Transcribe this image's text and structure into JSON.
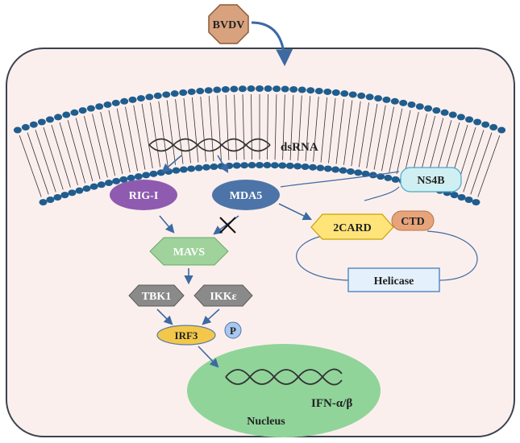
{
  "labels": {
    "virus": "BVDV",
    "dsrna": "dsRNA",
    "rig1": "RIG-I",
    "mda5": "MDA5",
    "ns4b": "NS4B",
    "card2": "2CARD",
    "ctd": "CTD",
    "helicase": "Helicase",
    "mavs": "MAVS",
    "tbk1": "TBK1",
    "ikke": "IKKε",
    "irf3": "IRF3",
    "phospho": "P",
    "ifn": "IFN-α/β",
    "nucleus": "Nucleus"
  },
  "colors": {
    "cell_fill": "#fbefed",
    "cell_border": "#3a4250",
    "membrane_head": "#1f5d8e",
    "arrow": "#3d6aa3",
    "virus_fill": "#d9a27f",
    "rig1_fill": "#8e5bb0",
    "mda5_fill": "#4d74a8",
    "ns4b_fill": "#cfeff3",
    "card2_fill": "#ffe47a",
    "ctd_fill": "#e7a47a",
    "helicase_fill": "#e4f0fb",
    "mavs_fill": "#9fd39b",
    "kinase_fill": "#8a8a8a",
    "irf3_fill": "#f3c84a",
    "phospho_fill": "#aac8ef",
    "nucleus_fill": "#90d49a"
  }
}
